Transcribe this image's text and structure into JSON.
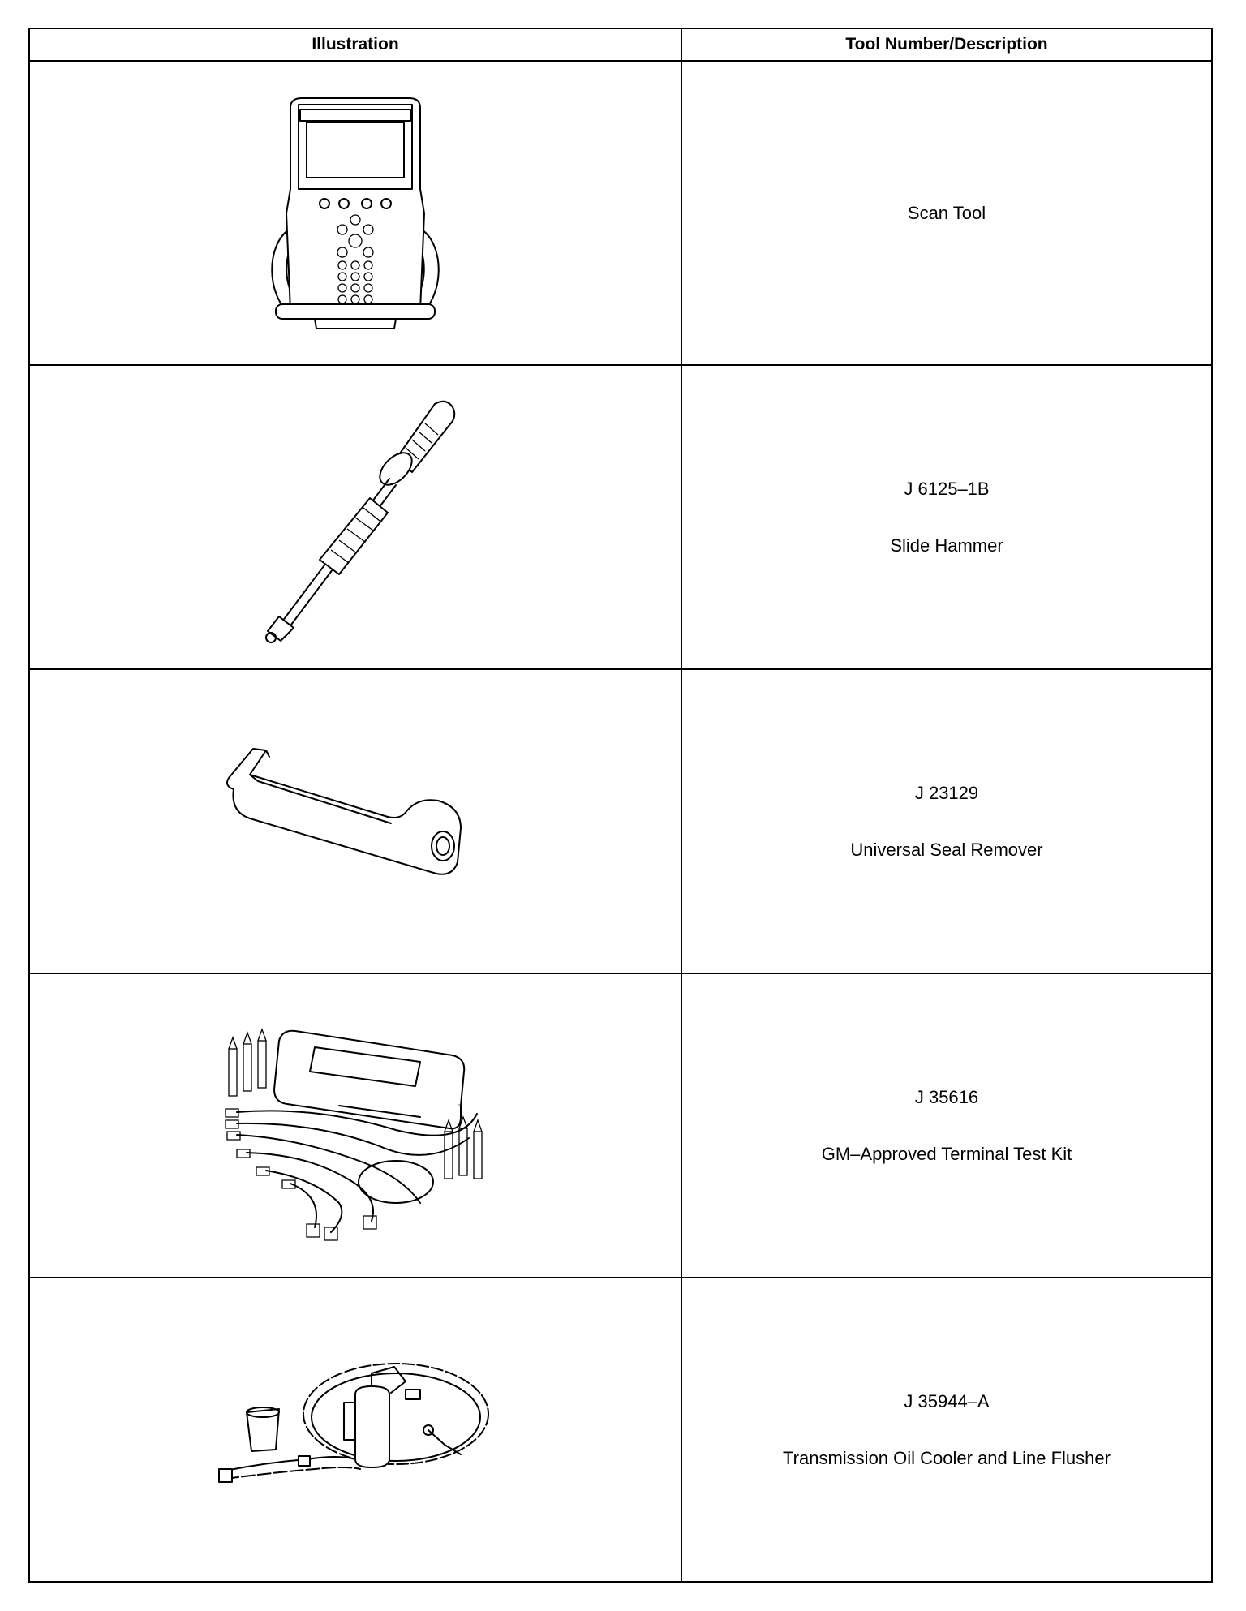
{
  "table": {
    "headers": [
      "Illustration",
      "Tool Number/Description"
    ],
    "rows": [
      {
        "illustration_icon": "scan-tool-illustration",
        "tool_number": "",
        "description": "Scan Tool"
      },
      {
        "illustration_icon": "slide-hammer-illustration",
        "tool_number": "J 6125–1B",
        "description": "Slide Hammer"
      },
      {
        "illustration_icon": "seal-remover-illustration",
        "tool_number": "J 23129",
        "description": "Universal Seal Remover"
      },
      {
        "illustration_icon": "terminal-test-kit-illustration",
        "tool_number": "J 35616",
        "description": "GM–Approved Terminal Test Kit"
      },
      {
        "illustration_icon": "oil-cooler-flusher-illustration",
        "tool_number": "J 35944–A",
        "description": "Transmission Oil Cooler and Line Flusher"
      }
    ]
  }
}
